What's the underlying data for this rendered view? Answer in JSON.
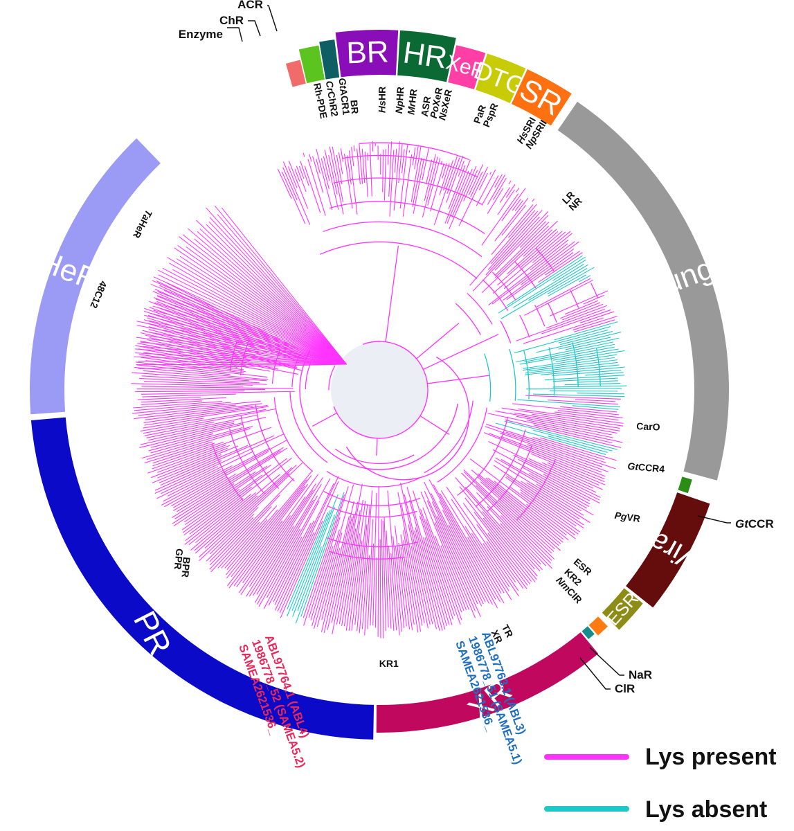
{
  "colors": {
    "lys_present": "#ff33ff",
    "lys_absent": "#1ec8c8",
    "center": "#eceef5"
  },
  "family_bands": [
    {
      "label": "Enzyme",
      "color": "#f26b6b"
    },
    {
      "label": "ChR",
      "color": "#5cc41e"
    },
    {
      "label": "ACR",
      "color": "#0f5e63"
    },
    {
      "label": "BR",
      "color": "#8a0eb8"
    },
    {
      "label": "HR",
      "color": "#0b6a33"
    },
    {
      "label": "XeR",
      "color": "#ff3fa6"
    },
    {
      "label": "DTG",
      "color": "#c8cc06"
    },
    {
      "label": "SR",
      "color": "#ff7010"
    },
    {
      "label": "Fungal",
      "color": "#999999"
    },
    {
      "label": "GtCCR",
      "color": "#2b8c16"
    },
    {
      "label": "Viral",
      "color": "#650c0c"
    },
    {
      "label": "ESR",
      "color": "#8c8c16"
    },
    {
      "label": "NaR",
      "color": "#ff7a10"
    },
    {
      "label": "ClR",
      "color": "#168c8c"
    },
    {
      "label": "XR",
      "color": "#c0085e"
    },
    {
      "label": "PR",
      "color": "#0a0ac8"
    },
    {
      "label": "HeR",
      "color": "#9b9bf5"
    }
  ],
  "leaf_labels": [
    "Rh-PDE",
    "CrChR2",
    "GtACR1",
    "BR",
    "HsHR",
    "NpHR",
    "MrHR",
    "ASR",
    "PoXeR",
    "NsXeR",
    "PaR",
    "PspR",
    "HsSRI",
    "NpSRII",
    "LR",
    "NR",
    "CarO",
    "GtCCR4",
    "PgVR",
    "ESR",
    "KR2",
    "NmClR",
    "TR",
    "XR",
    "KR1",
    "BPR",
    "GPR",
    "TaHeR",
    "48C12"
  ],
  "highlight_abl4": {
    "line1": "SAMEA2621536_",
    "line2": "1986778_52 (SAMEA5.2)",
    "line3": "ABL97764.1 (ABL4)",
    "color": "#e8285a"
  },
  "highlight_abl3": {
    "line1": "SAMEA2621536_",
    "line2": "1986778_51 (SAMEA5.1)",
    "line3": "ABL97763.1 (ABL3)",
    "color": "#1f6fc0"
  },
  "legend": {
    "present": "Lys present",
    "absent": "Lys absent"
  }
}
